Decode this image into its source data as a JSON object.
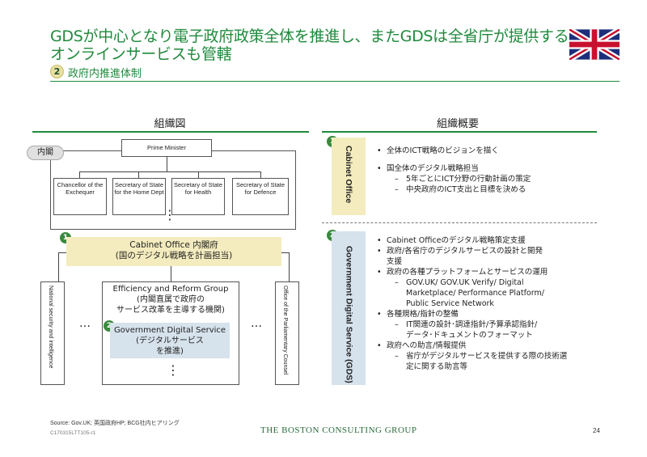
{
  "header": {
    "title_line1": "GDSが中心となり電子政府政策全体を推進し、またGDSは全省庁が提供する",
    "title_line2": "オンラインサービスも管轄",
    "section_number": "2",
    "subtitle": "政府内推進体制"
  },
  "left": {
    "heading": "組織図",
    "cabinet_label": "内閣",
    "prime_minister": "Prime Minister",
    "secretaries": [
      "Chancellor of the Exchequer",
      "Secretary of State for the Home Dept",
      "Secretary of State for Health",
      "Secretary of State for Defence"
    ],
    "dots": "⋮",
    "cabinet_office_number": "1",
    "cabinet_office_line1": "Cabinet Office 内閣府",
    "cabinet_office_line2": "(国のデジタル戦略を計画担当)",
    "nsi": "National security and intelligence",
    "opc": "Office of the Parliamentary Counsel",
    "ellipsis": "…",
    "erg_line1": "Efficiency and Reform Group",
    "erg_line2": "(内閣直属で政府の",
    "erg_line3": "サービス改革を主導する機関)",
    "gds_number": "2",
    "gds_line1": "Government Digital Service",
    "gds_line2": "(デジタルサービス",
    "gds_line3": "を推進)"
  },
  "right": {
    "heading": "組織概要",
    "co_number": "1",
    "co_label": "Cabinet Office",
    "co_items": [
      {
        "type": "b",
        "text": "全体のICT戦略のビジョンを描く"
      },
      {
        "type": "gap",
        "text": ""
      },
      {
        "type": "b",
        "text": "国全体のデジタル戦略担当"
      },
      {
        "type": "s",
        "text": "5年ごとにICT分野の行動計画の策定"
      },
      {
        "type": "s",
        "text": "中央政府のICT支出と目標を決める"
      }
    ],
    "gds_number": "2",
    "gds_label": "Government Digital Service (GDS)",
    "gds_items": [
      {
        "type": "b",
        "text": "Cabinet Officeのデジタル戦略策定支援"
      },
      {
        "type": "b",
        "text": "政府/各省庁のデジタルサービスの設計と開発"
      },
      {
        "type": "c",
        "text": "支援"
      },
      {
        "type": "b",
        "text": "政府の各種プラットフォームとサービスの運用"
      },
      {
        "type": "s",
        "text": "GOV.UK/ GOV.UK Verify/ Digital"
      },
      {
        "type": "c2",
        "text": "Marketplace/ Performance Platform/"
      },
      {
        "type": "c2",
        "text": "Public Service Network"
      },
      {
        "type": "b",
        "text": "各種規格/指針の整備"
      },
      {
        "type": "s",
        "text": "IT関連の設計･調達指針/予算承認指針/"
      },
      {
        "type": "c2",
        "text": "データ･ドキュメントのフォーマット"
      },
      {
        "type": "b",
        "text": "政府への助言/情報提供"
      },
      {
        "type": "s",
        "text": "省庁がデジタルサービスを提供する際の技術選"
      },
      {
        "type": "c2",
        "text": "定に関する助言等"
      }
    ]
  },
  "footer": {
    "source": "Source: Gov.UK; 英国政府HP; BCG社内ヒアリング",
    "code": "C170315LTT105-r1",
    "brand": "THE BOSTON CONSULTING GROUP",
    "page": "24"
  },
  "colors": {
    "accent_green": "#1f8a3c",
    "cream": "#f4ecbe",
    "light_blue": "#d6e2ec"
  }
}
